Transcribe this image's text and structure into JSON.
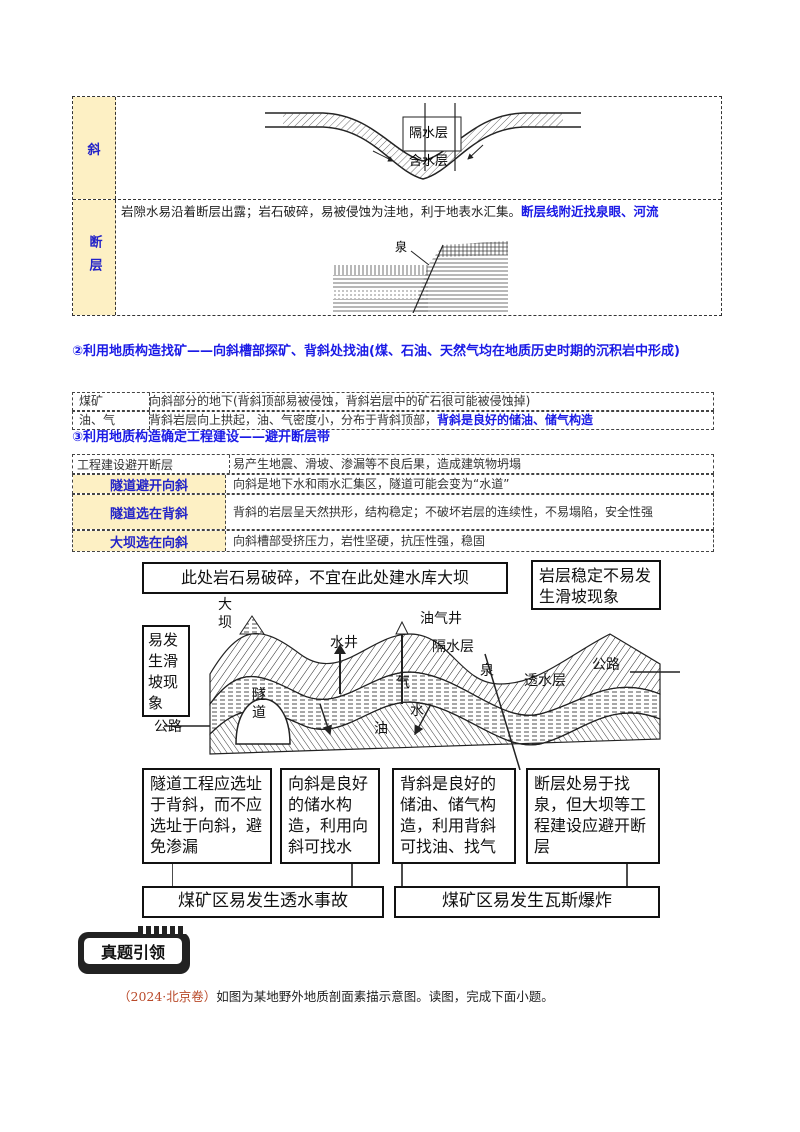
{
  "table1": {
    "row_xie_label": "斜",
    "fig_labels": {
      "aquiclude": "隔水层",
      "aquifer": "含水层"
    },
    "row_fault_label": "断层",
    "fault_text": "岩隙水易沿着断层出露；岩石破碎，易被侵蚀为洼地，利于地表水汇集。",
    "fault_highlight": "断层线附近找泉眼、河流",
    "fault_fig_label": "泉"
  },
  "section2": {
    "heading": "②利用地质构造找矿——向斜槽部探矿、背斜处找油(煤、石油、天然气均在地质历史时期的沉积岩中形成)",
    "rows": [
      {
        "k": "煤矿",
        "v": "向斜部分的地下(背斜顶部易被侵蚀，背斜岩层中的矿石很可能被侵蚀掉)",
        "hl": ""
      },
      {
        "k": "油、气",
        "v": "背斜岩层向上拱起，油、气密度小，分布于背斜顶部，",
        "hl": "背斜是良好的储油、储气构造"
      }
    ]
  },
  "section3": {
    "heading": "③利用地质构造确定工程建设——避开断层带",
    "rows": [
      {
        "k": "工程建设避开断层",
        "v": "易产生地震、滑坡、渗漏等不良后果，造成建筑物坍塌"
      },
      {
        "k": "隧道避开向斜",
        "v": "向斜是地下水和雨水汇集区，隧道可能会变为“水道”"
      },
      {
        "k": "隧道选在背斜",
        "v": "背斜的岩层呈天然拱形，结构稳定；不破坏岩层的连续性，不易塌陷，安全性强"
      },
      {
        "k": "大坝选在向斜",
        "v": "向斜槽部受挤压力，岩性坚硬，抗压性强，稳固"
      }
    ]
  },
  "diagram": {
    "top_left_box": "此处岩石易破碎，不宜在此处建水库大坝",
    "top_right_box": "岩层稳定不易发生滑坡现象",
    "left_box": "易发生滑坡现象",
    "labels": {
      "dam": "大坝",
      "well": "水井",
      "oil_well": "油气井",
      "aquiclude": "隔水层",
      "spring": "泉",
      "permeable": "透水层",
      "road_right": "公路",
      "road_left": "公路",
      "tunnel": "隧道",
      "gas": "气",
      "water": "水",
      "oil": "油"
    },
    "bottom_boxes": [
      "隧道工程应选址于背斜，而不应选址于向斜，避免渗漏",
      "向斜是良好的储水构造，利用向斜可找水",
      "背斜是良好的储油、储气构造，利用背斜可找油、找气",
      "断层处易于找泉，但大坝等工程建设应避开断层"
    ],
    "footer_boxes": [
      "煤矿区易发生透水事故",
      "煤矿区易发生瓦斯爆炸"
    ]
  },
  "zhenti": {
    "badge": "真题引领",
    "source": "（2024·北京卷）",
    "question": "如图为某地野外地质剖面素描示意图。读图，完成下面小题。"
  }
}
